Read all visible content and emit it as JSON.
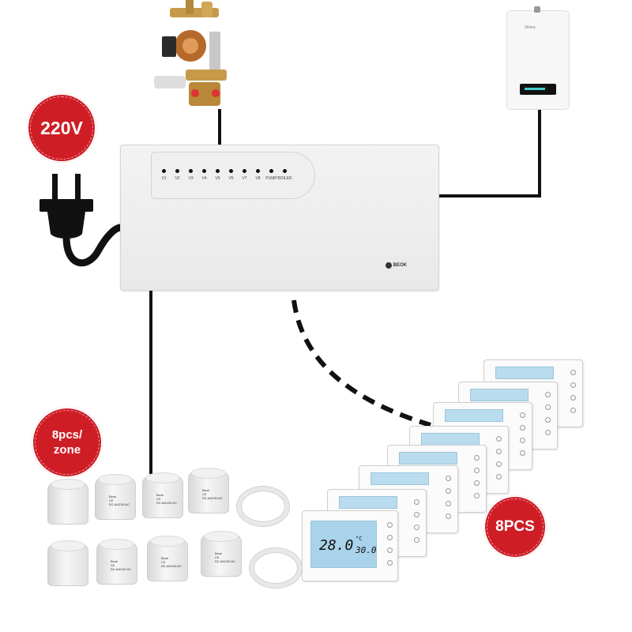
{
  "badges": {
    "voltage": "220V",
    "actuators_line1": "8pcs/",
    "actuators_line2": "zone",
    "thermostats": "8PCS"
  },
  "hub": {
    "led_labels": [
      "V1",
      "V2",
      "V3",
      "V4",
      "V5",
      "V6",
      "V7",
      "V8",
      "PUMP",
      "BOILER"
    ],
    "brand": "BEOK"
  },
  "thermostat_display": {
    "current": "28.0",
    "unit": "°C",
    "set": "30.0"
  },
  "colors": {
    "badge_red": "#cf1d26",
    "wire": "#111111",
    "screen_blue": "#b9dcee"
  },
  "icons": {
    "plug": "power-plug-icon",
    "boiler": "boiler-icon",
    "valve": "mixing-valve-icon"
  }
}
